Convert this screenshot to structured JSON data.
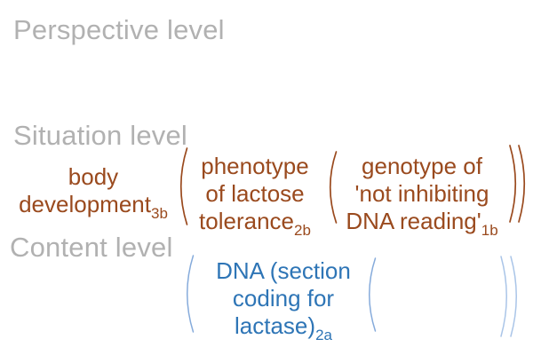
{
  "levels": {
    "perspective": "Perspective level",
    "situation": "Situation level",
    "content": "Content level"
  },
  "situation_row": {
    "body": {
      "lines": [
        "body",
        "development"
      ],
      "subscript": "3b"
    },
    "phenotype": {
      "lines": [
        "phenotype",
        "of lactose",
        "tolerance"
      ],
      "subscript": "2b"
    },
    "genotype": {
      "lines": [
        "genotype of",
        "'not inhibiting",
        "DNA reading'"
      ],
      "subscript": "1b"
    }
  },
  "content_row": {
    "dna": {
      "lines": [
        "DNA (section",
        "coding for",
        "lactase)"
      ],
      "subscript": "2a"
    }
  },
  "colors": {
    "level_label": "#b1b1b1",
    "situation_text": "#9a4a1e",
    "content_text": "#2e75b6",
    "content_paren_open": "#86abdb",
    "content_paren_close": "#aac5e8",
    "background": "#ffffff"
  }
}
